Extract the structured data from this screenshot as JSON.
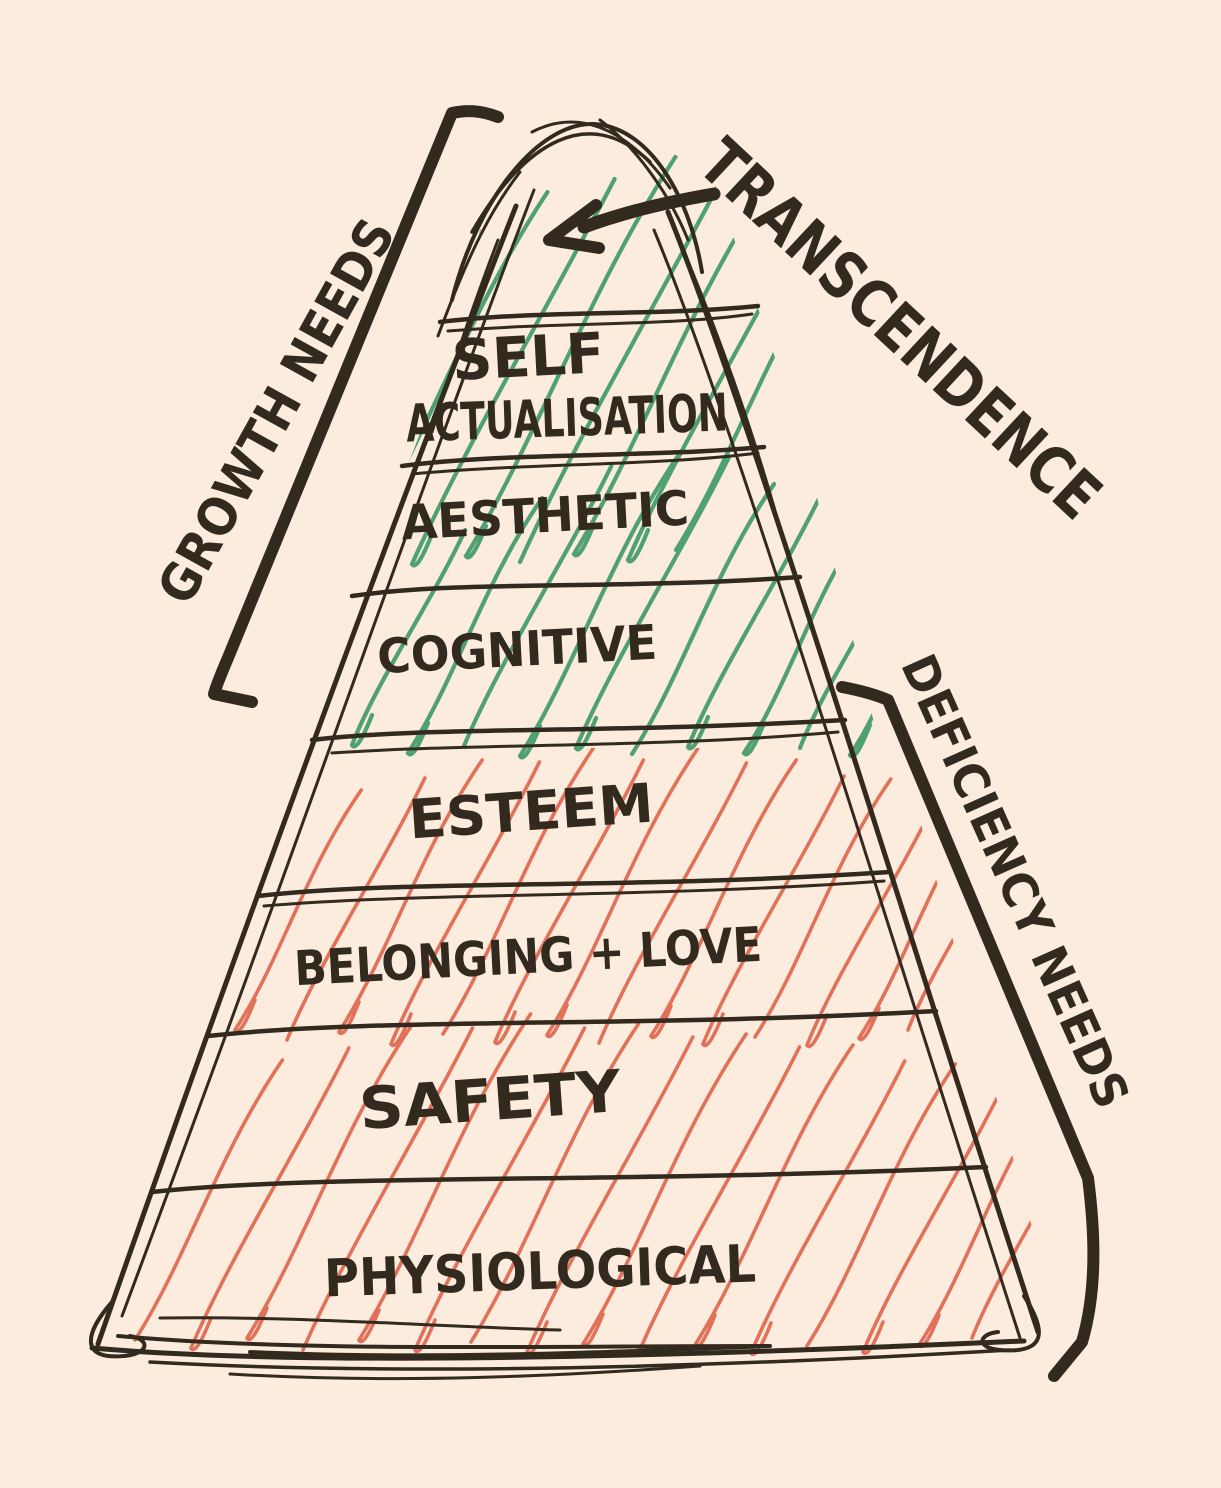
{
  "colors": {
    "background": "#fcecde",
    "ink": "#32291f",
    "growth_hatch": "#4fa171",
    "deficiency_hatch": "#e2715a"
  },
  "annotations": {
    "transcendence": "TRANSCENDENCE",
    "growth_needs": "GROWTH NEEDS",
    "deficiency_needs": "DEFICIENCY NEEDS"
  },
  "pyramid": {
    "levels": [
      {
        "label": "SELF ACTUALISATION",
        "lines": [
          "SELF",
          "ACTUALISATION"
        ],
        "group": "growth"
      },
      {
        "label": "AESTHETIC",
        "group": "growth"
      },
      {
        "label": "COGNITIVE",
        "group": "growth"
      },
      {
        "label": "ESTEEM",
        "group": "deficiency"
      },
      {
        "label": "BELONGING + LOVE",
        "group": "deficiency"
      },
      {
        "label": "SAFETY",
        "group": "deficiency"
      },
      {
        "label": "PHYSIOLOGICAL",
        "group": "deficiency"
      }
    ]
  }
}
